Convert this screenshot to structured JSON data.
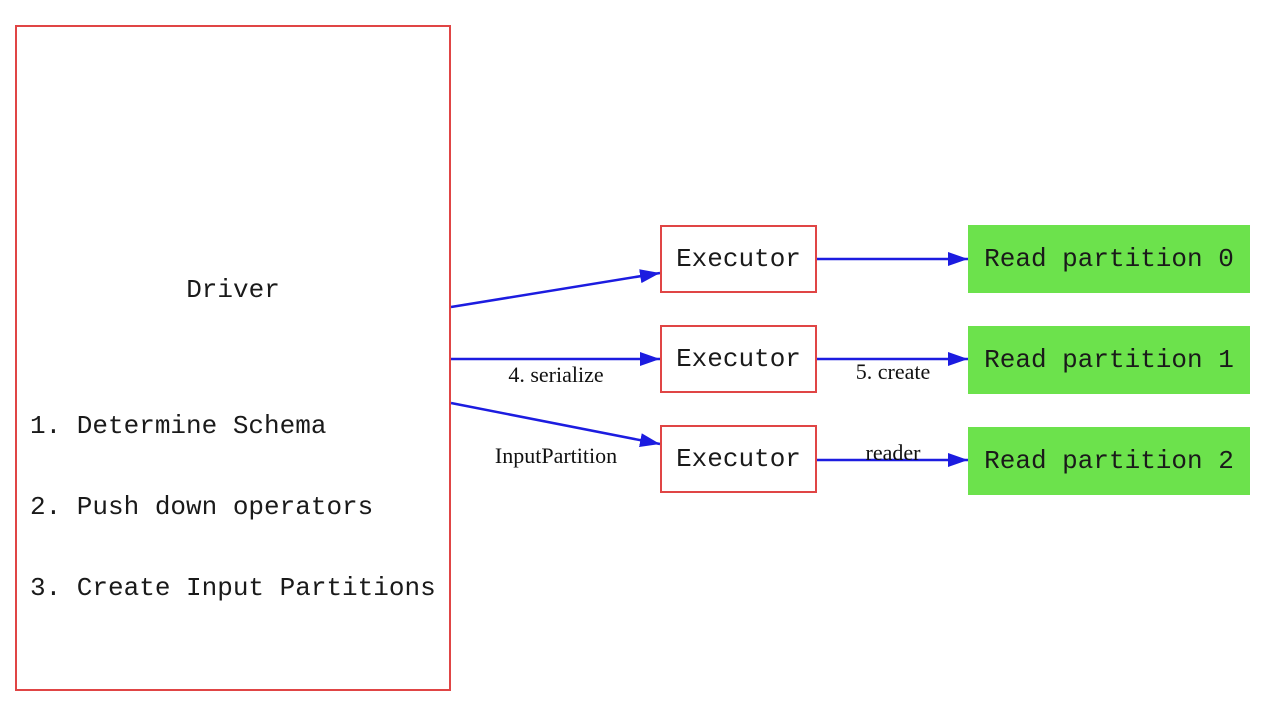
{
  "diagram": {
    "driver": {
      "title": "Driver",
      "steps": [
        "1. Determine Schema",
        "2. Push down operators",
        "3. Create Input Partitions"
      ]
    },
    "executors": [
      {
        "label": "Executor"
      },
      {
        "label": "Executor"
      },
      {
        "label": "Executor"
      }
    ],
    "partitions": [
      {
        "label": "Read partition 0"
      },
      {
        "label": "Read partition 1"
      },
      {
        "label": "Read partition 2"
      }
    ],
    "edge_labels": {
      "serialize": {
        "line1": "4. serialize",
        "line2": "InputPartition"
      },
      "create_reader": {
        "line1": "5. create",
        "line2": "reader"
      }
    },
    "colors": {
      "box_border": "#e04545",
      "arrow": "#1c1ce0",
      "partition_fill": "#6ce24c",
      "text": "#1a1a1a",
      "background": "#ffffff"
    }
  }
}
